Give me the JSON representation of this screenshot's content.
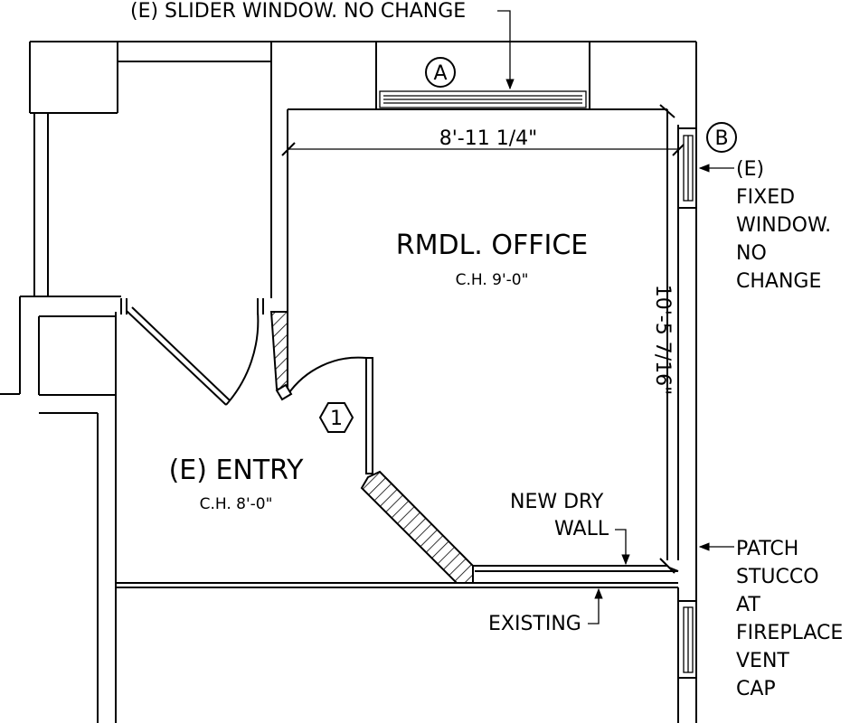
{
  "rooms": {
    "office_name": "RMDL. OFFICE",
    "office_ch": "C.H. 9'-0\"",
    "entry_name": "(E) ENTRY",
    "entry_ch": "C.H. 8'-0\""
  },
  "dimensions": {
    "horizontal": "8'-11 1/4\"",
    "vertical": "10'-5 7/16\""
  },
  "tags": {
    "window_a": "A",
    "window_b": "B",
    "door_1": "1"
  },
  "notes": {
    "slider": "(E) SLIDER WINDOW. NO CHANGE",
    "fixed": [
      "(E)",
      "FIXED",
      "WINDOW.",
      "NO",
      "CHANGE"
    ],
    "patch": [
      "PATCH",
      "STUCCO",
      "AT",
      "FIREPLACE",
      "VENT",
      "CAP"
    ],
    "drywall": [
      "NEW DRY",
      "WALL"
    ],
    "existing": "EXISTING"
  }
}
